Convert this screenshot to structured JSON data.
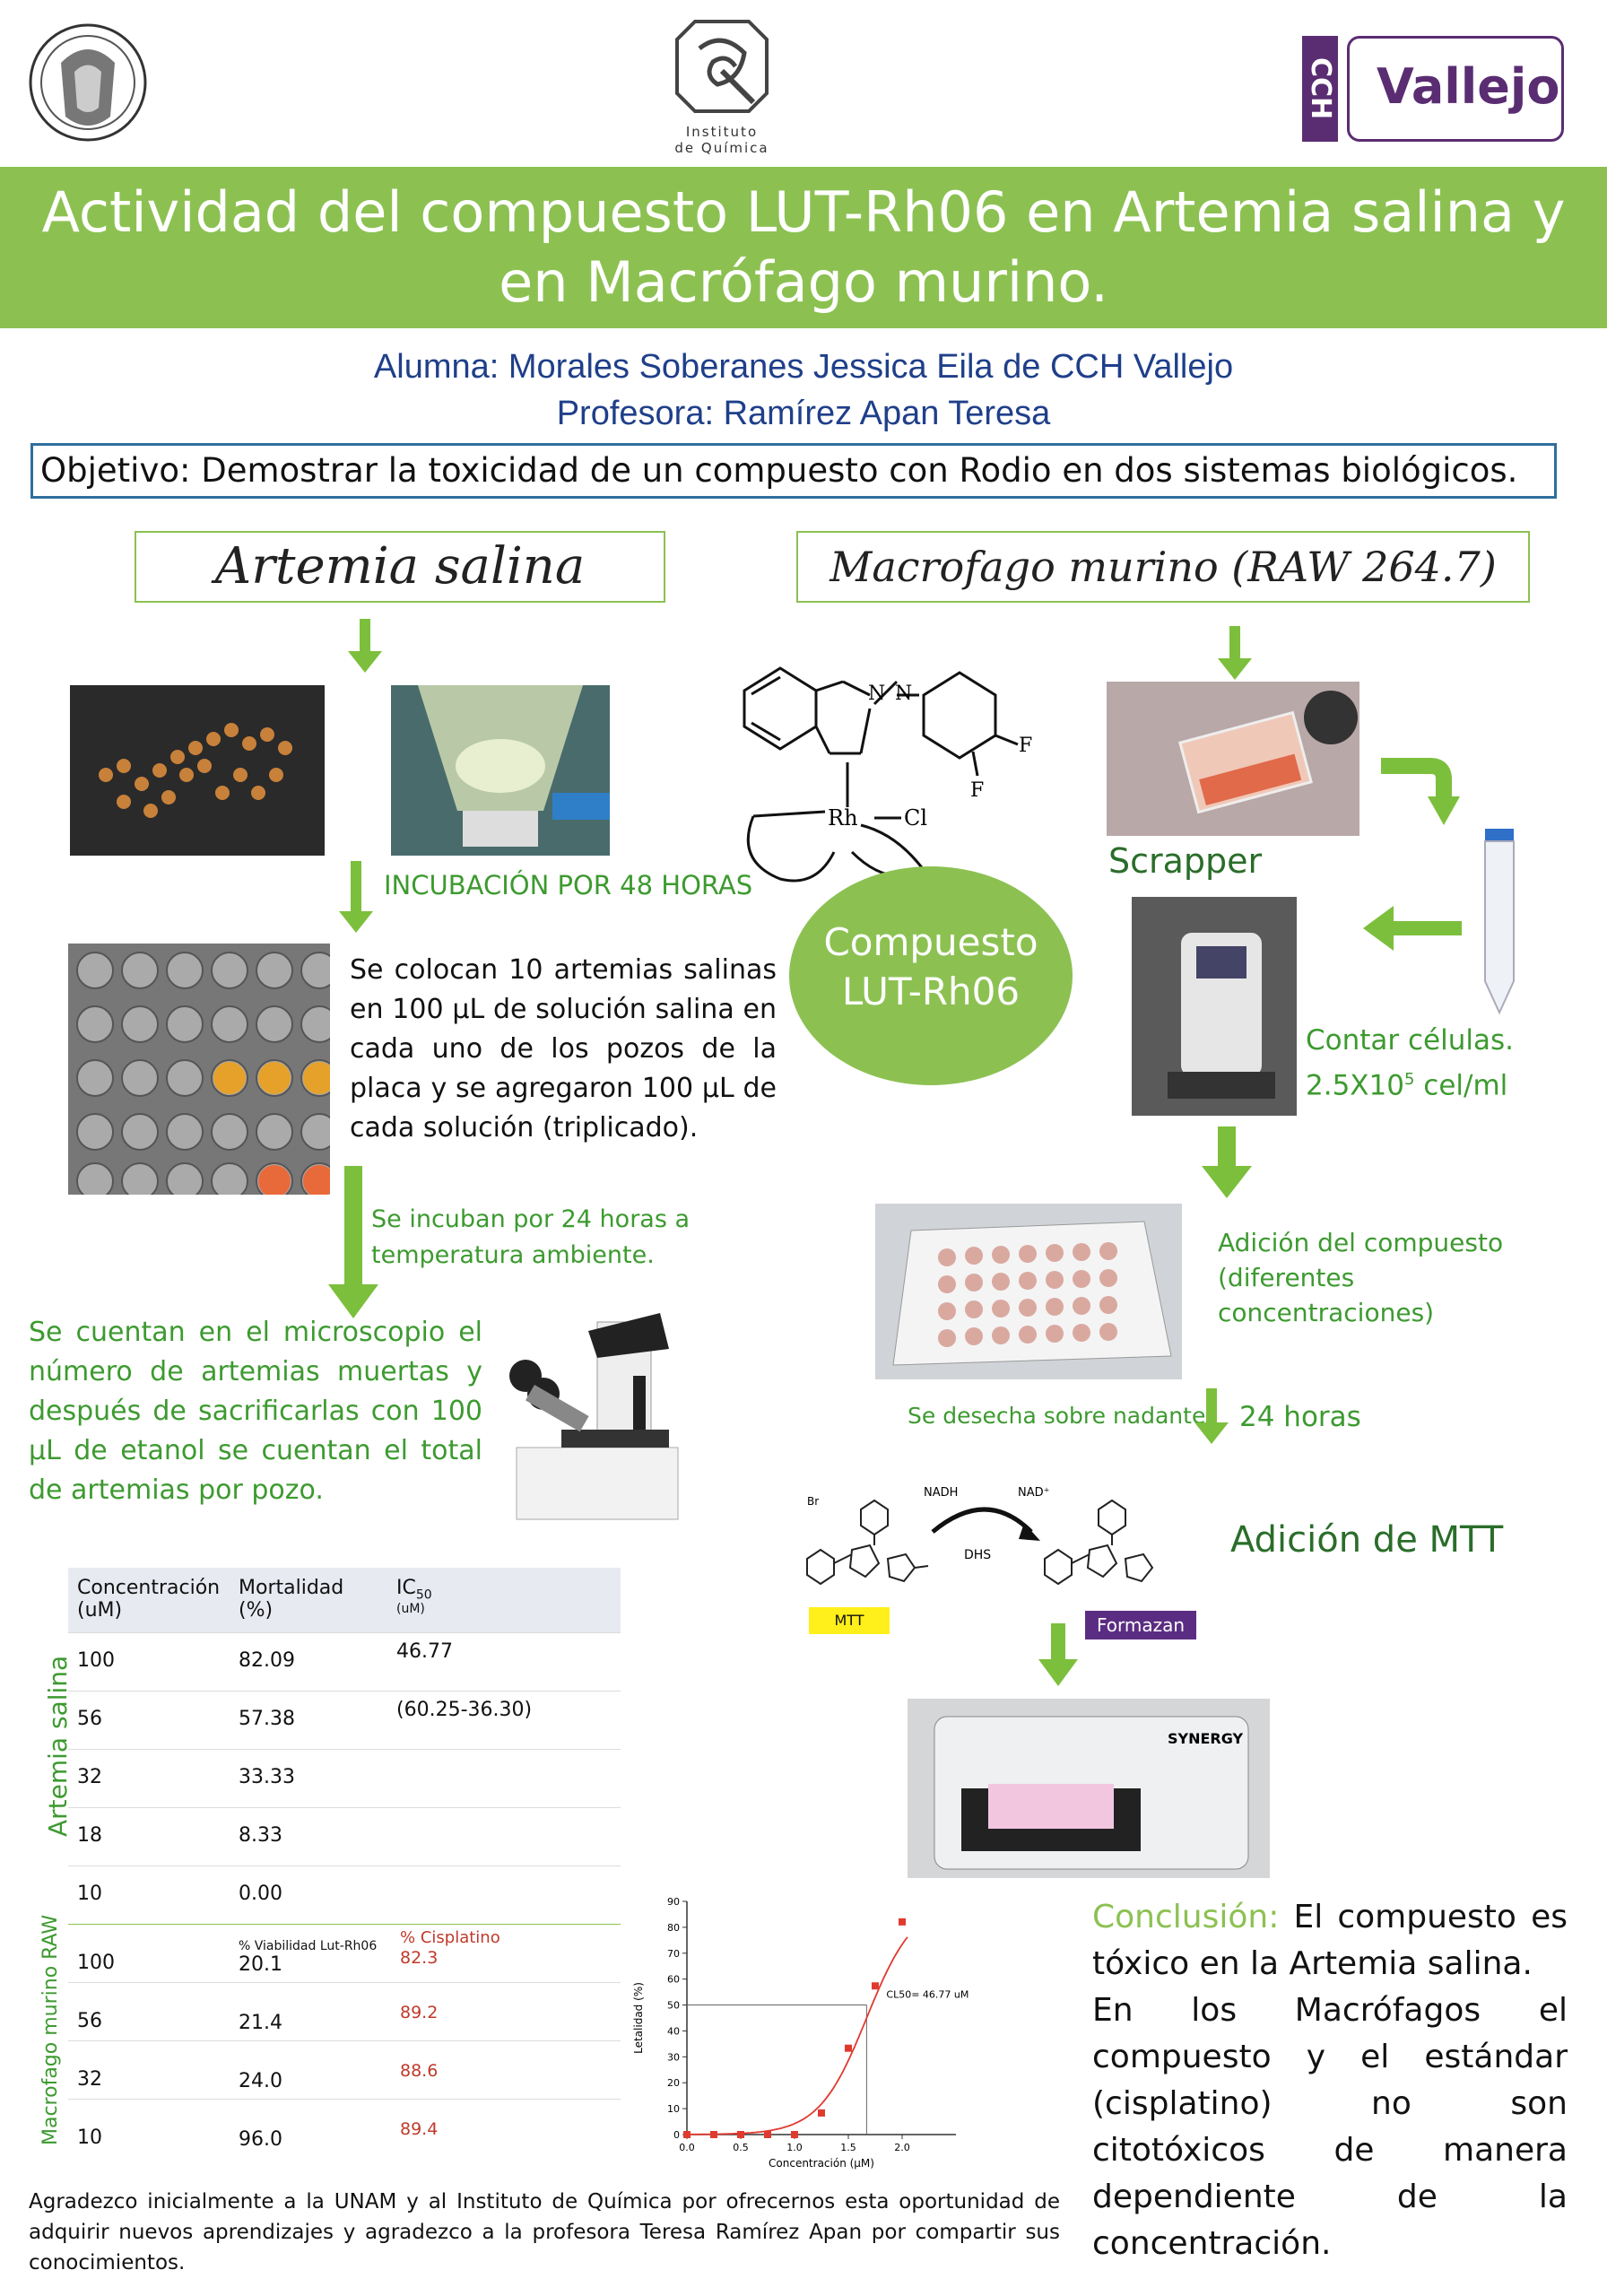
{
  "title": {
    "line1": "Actividad del compuesto LUT-Rh06 en Artemia salina y",
    "line2": "en  Macrófago murino."
  },
  "authors": {
    "student": "Alumna: Morales Soberanes Jessica Eila de CCH Vallejo",
    "teacher": "Profesora: Ramírez Apan Teresa"
  },
  "objective": "Objetivo: Demostrar la toxicidad de un compuesto con Rodio en dos sistemas biológicos.",
  "logos": {
    "institute_line1": "Instituto",
    "institute_line2": "de Química",
    "cch_letters": "CCH",
    "vallejo": "Vallejo"
  },
  "artemia": {
    "header": "Artemia salina",
    "incubation": "INCUBACIÓN POR 48 HORAS",
    "step1": "Se colocan 10 artemias salinas en 100  µL de solución salina en cada uno de los pozos de la placa y se agregaron 100 µL de cada solución (triplicado).",
    "step2": "Se incuban por 24 horas a temperatura ambiente.",
    "step3": "Se cuentan en el microscopio el número de artemias muertas  y después de sacrificarlas con 100 µL de etanol se cuentan el total de artemias por pozo."
  },
  "compound": {
    "label_line1": "Compuesto",
    "label_line2": "LUT-Rh06",
    "atoms": {
      "n1": "N",
      "n2": "N",
      "rh": "Rh",
      "cl": "Cl",
      "f1": "F",
      "f2": "F"
    }
  },
  "macrophage": {
    "header": "Macrofago murino (RAW 264.7)",
    "scrapper": "Scrapper",
    "count": "Contar células.",
    "density": "2.5X10",
    "density_exp": "5",
    "density_unit": " cel/ml",
    "addition": "Adición del compuesto (diferentes concentraciones)",
    "discard": "Se desecha sobre nadante",
    "hours": "24 horas",
    "mtt_title": "Adición de MTT",
    "mtt_label": "MTT",
    "formazan_label": "Formazan",
    "nadh": "NADH",
    "nad": "NAD⁺",
    "dhs": "DHS",
    "br": "Br",
    "reader_brand": "SYNERGY"
  },
  "table": {
    "headers": {
      "conc": "Concentración (uM)",
      "mort": "Mortalidad (%)",
      "ic": "IC",
      "ic_sub": "50",
      "ic_unit": "(uM)"
    },
    "artemia_label": "Artemia salina",
    "artemia_rows": [
      {
        "c": "100",
        "m": "82.09",
        "i": "46.77"
      },
      {
        "c": "56",
        "m": "57.38",
        "i": "(60.25-36.30)"
      },
      {
        "c": "32",
        "m": "33.33",
        "i": ""
      },
      {
        "c": "18",
        "m": "8.33",
        "i": ""
      },
      {
        "c": "10",
        "m": "0.00",
        "i": ""
      }
    ],
    "raw_label": "Macrofago murino RAW",
    "raw_header_via": "% Viabilidad Lut-Rh06",
    "raw_header_cis": "% Cisplatino",
    "raw_rows": [
      {
        "c": "100",
        "v": "20.1",
        "p": "82.3"
      },
      {
        "c": "56",
        "v": "21.4",
        "p": "89.2"
      },
      {
        "c": "32",
        "v": "24.0",
        "p": "88.6"
      },
      {
        "c": "10",
        "v": "96.0",
        "p": "89.4"
      }
    ]
  },
  "chart_data": {
    "type": "scatter",
    "xlabel": "Concentración (µM)",
    "ylabel": "Letalidad (%)",
    "xlim": [
      0,
      2.5
    ],
    "ylim": [
      0,
      90
    ],
    "xticks": [
      "0.0",
      "0.5",
      "1.0",
      "1.5",
      "2.0"
    ],
    "yticks": [
      "0",
      "10",
      "20",
      "30",
      "40",
      "50",
      "60",
      "70",
      "80",
      "90"
    ],
    "points": [
      {
        "x": 0.0,
        "y": 0
      },
      {
        "x": 0.25,
        "y": 0
      },
      {
        "x": 0.5,
        "y": 0
      },
      {
        "x": 0.75,
        "y": 0
      },
      {
        "x": 1.0,
        "y": 0
      },
      {
        "x": 1.25,
        "y": 8.33
      },
      {
        "x": 1.5,
        "y": 33.33
      },
      {
        "x": 1.75,
        "y": 57.38
      },
      {
        "x": 2.0,
        "y": 82.09
      }
    ],
    "annotation": "CL50= 46.77 uM",
    "cl50_x": 1.67,
    "cl50_y": 50,
    "series_color": "#e03a2f"
  },
  "conclusion": {
    "label": "Conclusión:",
    "text": "El compuesto es tóxico en la Artemia salina.",
    "text2": "En los Macrófagos el compuesto y el estándar (cisplatino) no son citotóxicos de manera dependiente de la concentración."
  },
  "ack": "Agradezco inicialmente a la UNAM y al Instituto de Química por ofrecernos esta oportunidad de adquirir nuevos aprendizajes y agradezco a la profesora Teresa Ramírez Apan por compartir sus conocimientos."
}
